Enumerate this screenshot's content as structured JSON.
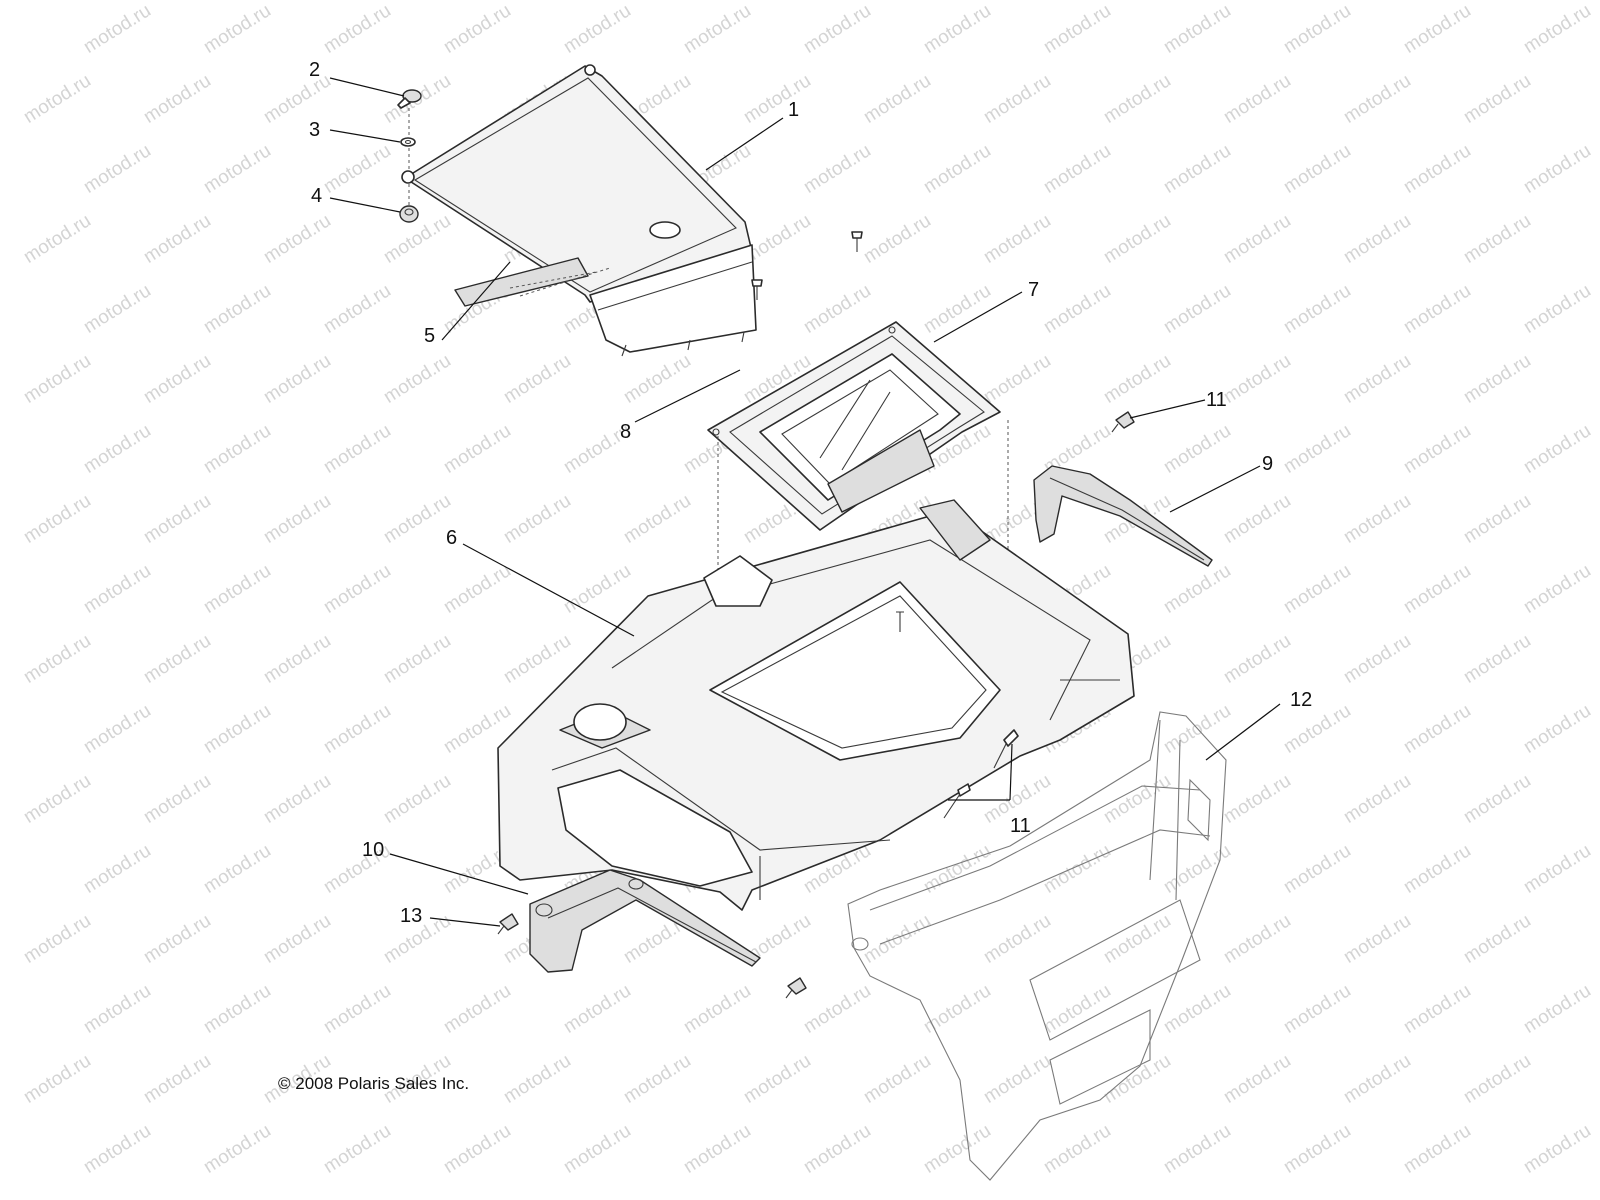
{
  "watermark": {
    "text": "motod.ru"
  },
  "callouts": [
    "1",
    "2",
    "3",
    "4",
    "5",
    "6",
    "7",
    "8",
    "9",
    "10",
    "11",
    "11",
    "12",
    "13"
  ],
  "copyright": "© 2008 Polaris Sales Inc."
}
